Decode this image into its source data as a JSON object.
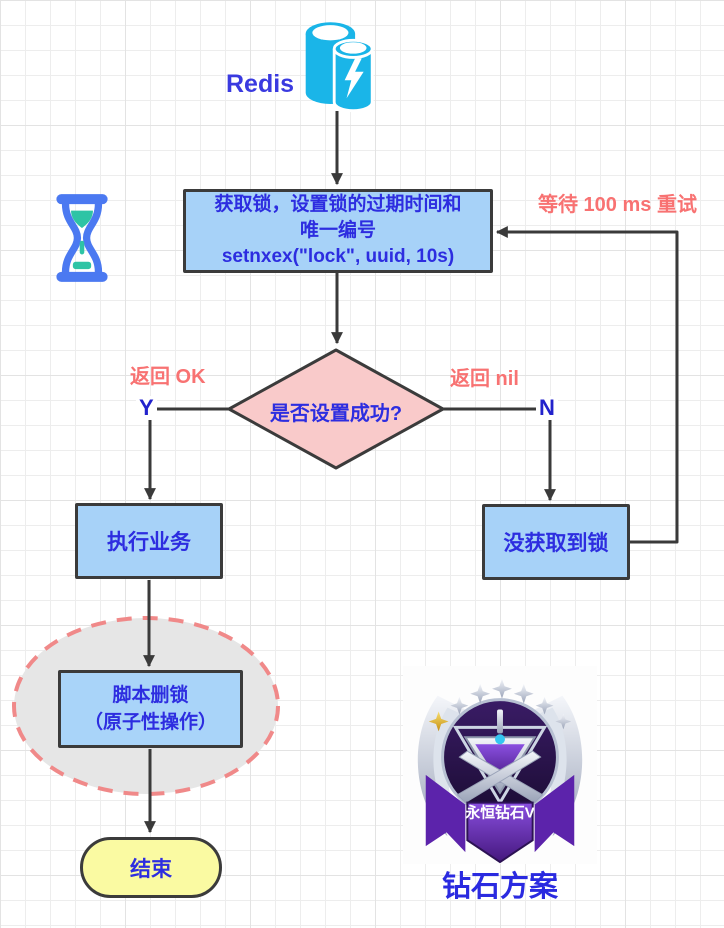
{
  "flowchart": {
    "redis_label": "Redis",
    "acquire": {
      "line1": "获取锁，设置锁的过期时间和",
      "line2": "唯一编号",
      "line3": "setnxex(\"lock\", uuid, 10s)"
    },
    "retry_label": "等待 100 ms 重试",
    "decision_label": "是否设置成功?",
    "return_ok_label": "返回 OK",
    "return_nil_label": "返回 nil",
    "yes_label": "Y",
    "no_label": "N",
    "execute_label": "执行业务",
    "no_lock_label": "没获取到锁",
    "script": {
      "line1": "脚本删锁",
      "line2": "（原子性操作）"
    },
    "end_label": "结束"
  },
  "badge": {
    "rank_text": "永恒钻石V",
    "caption": "钻石方案"
  },
  "colors": {
    "box_fill": "#a7d2f8",
    "box_border": "#3b3b3b",
    "box_text": "#2d2de0",
    "diamond_fill": "#f9caca",
    "red_label": "#f87272",
    "end_fill": "#fafaa2",
    "ellipse_fill": "#e6e6e6",
    "ellipse_border": "#f08989",
    "redis_icon_cyan": "#1ab5e8",
    "hourglass_blue": "#4b79f1",
    "hourglass_sand": "#2ec4a5",
    "arrow_line": "#3a3a3a",
    "caption_text": "#2a2ae0",
    "badge_purple": "#5c23ab"
  }
}
